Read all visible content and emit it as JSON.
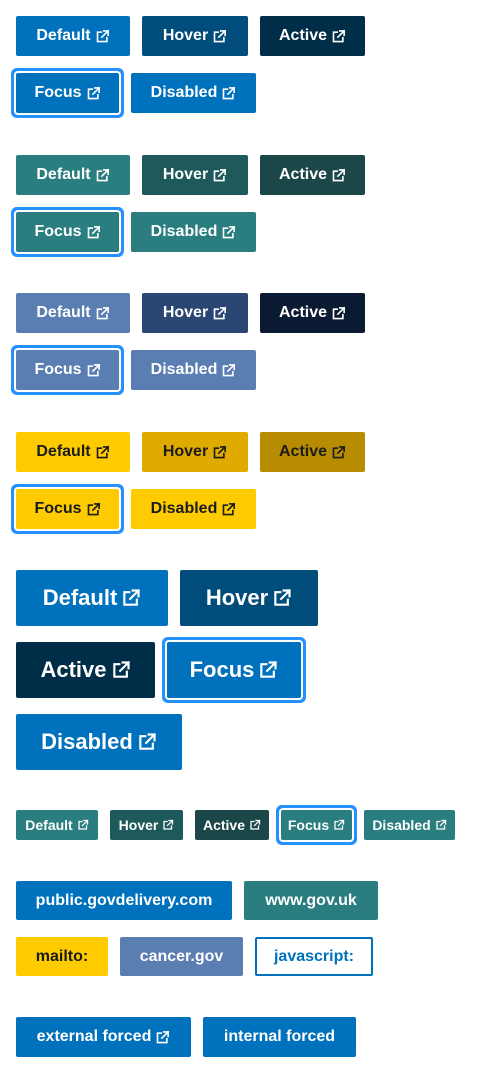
{
  "colors": {
    "blue": {
      "default": "#0071bc",
      "hover": "#004c7a",
      "active": "#002d48",
      "focus": "#0071bc",
      "disabled": "#0071bc",
      "text": "#ffffff"
    },
    "teal": {
      "default": "#2a7e80",
      "hover": "#1e5a5c",
      "active": "#1b4748",
      "focus": "#2a7e80",
      "disabled": "#2a7e80",
      "text": "#ffffff"
    },
    "slate": {
      "default": "#5a7db2",
      "hover": "#2a4673",
      "active": "#0a1a33",
      "focus": "#5a7db2",
      "disabled": "#5a7db2",
      "text": "#ffffff"
    },
    "gold": {
      "default": "#fdcb00",
      "hover": "#dfab00",
      "active": "#b88c00",
      "focus": "#fdcb00",
      "disabled": "#fdcb00",
      "text": "#1b1b1b"
    },
    "focus_ring": "#2491ff"
  },
  "groups": {
    "blue": {
      "default": "Default",
      "hover": "Hover",
      "active": "Active",
      "focus": "Focus",
      "disabled": "Disabled"
    },
    "teal": {
      "default": "Default",
      "hover": "Hover",
      "active": "Active",
      "focus": "Focus",
      "disabled": "Disabled"
    },
    "slate": {
      "default": "Default",
      "hover": "Hover",
      "active": "Active",
      "focus": "Focus",
      "disabled": "Disabled"
    },
    "gold": {
      "default": "Default",
      "hover": "Hover",
      "active": "Active",
      "focus": "Focus",
      "disabled": "Disabled"
    },
    "large": {
      "default": "Default",
      "hover": "Hover",
      "active": "Active",
      "focus": "Focus",
      "disabled": "Disabled"
    },
    "small": {
      "default": "Default",
      "hover": "Hover",
      "active": "Active",
      "focus": "Focus",
      "disabled": "Disabled"
    }
  },
  "links": {
    "govdelivery": "public.govdelivery.com",
    "govuk": "www.gov.uk",
    "mailto": "mailto:",
    "cancer_gov": "cancer.gov",
    "javascript": "javascript:",
    "external_forced": "external forced",
    "internal_forced": "internal forced"
  },
  "icons": {
    "external_link": "external-link-icon"
  }
}
